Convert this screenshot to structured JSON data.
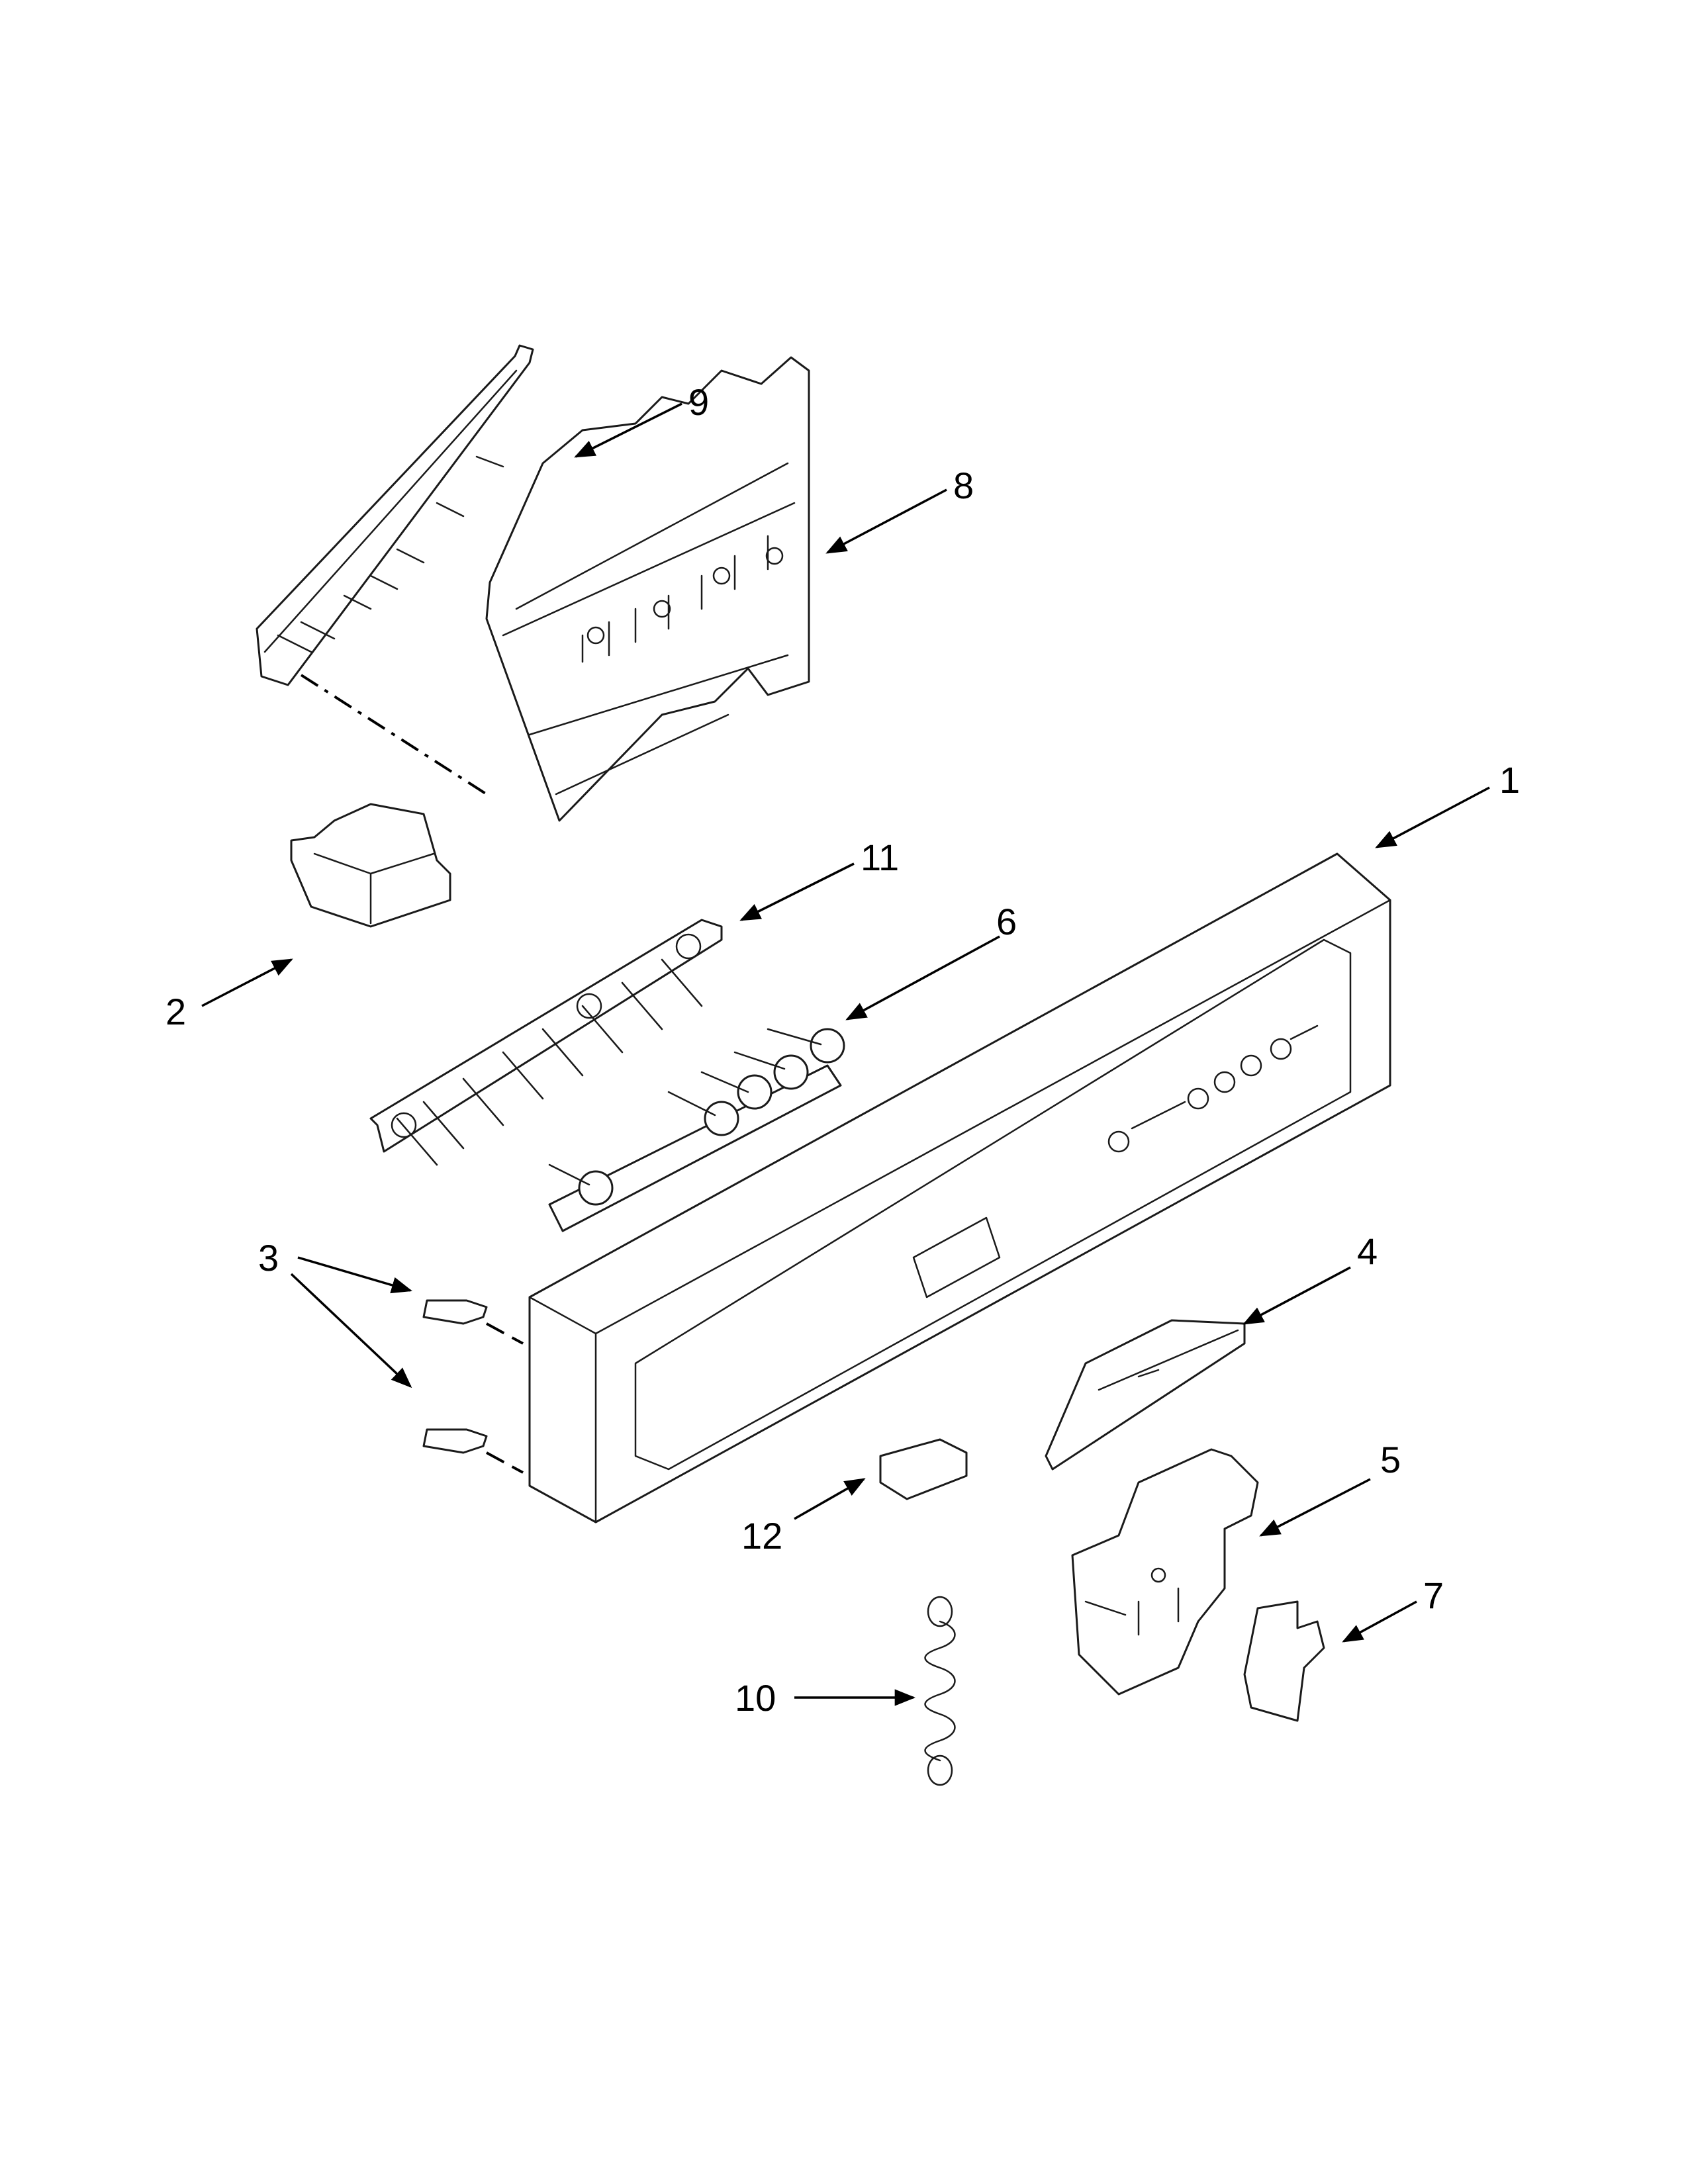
{
  "callouts": [
    {
      "id": "1",
      "text": "1"
    },
    {
      "id": "2",
      "text": "2"
    },
    {
      "id": "3",
      "text": "3"
    },
    {
      "id": "4",
      "text": "4"
    },
    {
      "id": "5",
      "text": "5"
    },
    {
      "id": "6",
      "text": "6"
    },
    {
      "id": "7",
      "text": "7"
    },
    {
      "id": "8",
      "text": "8"
    },
    {
      "id": "9",
      "text": "9"
    },
    {
      "id": "10",
      "text": "10"
    },
    {
      "id": "11",
      "text": "11"
    },
    {
      "id": "12",
      "text": "12"
    }
  ],
  "colors": {
    "line": "#1a1a1a",
    "background": "#ffffff"
  }
}
